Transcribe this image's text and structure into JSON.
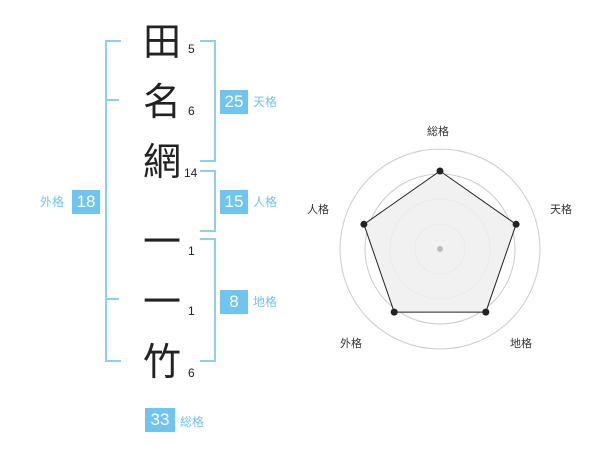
{
  "name": {
    "characters": [
      {
        "char": "田",
        "strokes": "5"
      },
      {
        "char": "名",
        "strokes": "6"
      },
      {
        "char": "網",
        "strokes": "14"
      },
      {
        "char": "一",
        "strokes": "1"
      },
      {
        "char": "一",
        "strokes": "1"
      },
      {
        "char": "竹",
        "strokes": "6"
      }
    ]
  },
  "kaku": {
    "tenkaku": {
      "value": "25",
      "label": "天格"
    },
    "jinkaku": {
      "value": "15",
      "label": "人格"
    },
    "chikaku": {
      "value": "8",
      "label": "地格"
    },
    "gaikaku": {
      "value": "18",
      "label": "外格"
    },
    "soukaku": {
      "value": "33",
      "label": "総格"
    }
  },
  "colors": {
    "accent": "#6fc4f0",
    "bracket": "#8ccff2",
    "text": "#222222",
    "radar_fill": "#efefef",
    "radar_line": "#222222",
    "radar_ring": "#cccccc"
  },
  "chart_data": {
    "type": "radar",
    "axes": [
      "総格",
      "天格",
      "地格",
      "外格",
      "人格"
    ],
    "values": [
      0.78,
      0.8,
      0.78,
      0.78,
      0.8
    ],
    "rings": 4,
    "range": [
      0,
      1
    ]
  }
}
